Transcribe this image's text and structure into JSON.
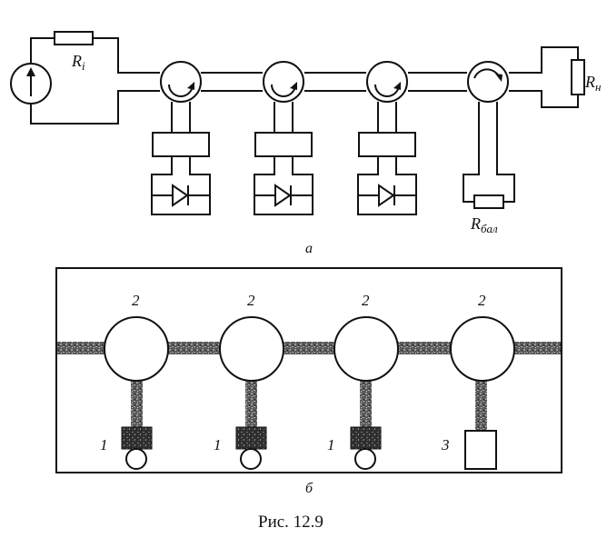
{
  "top": {
    "source_resistor_label": "R",
    "source_resistor_sub": "i",
    "load_label": "R",
    "load_sub": "н",
    "ballast_label": "R",
    "ballast_sub": "бал",
    "caption": "а"
  },
  "bottom": {
    "junction_labels": [
      "2",
      "2",
      "2",
      "2"
    ],
    "terminal_labels": [
      "1",
      "1",
      "1",
      "3"
    ],
    "caption": "б"
  },
  "figure_caption": "Рис. 12.9"
}
